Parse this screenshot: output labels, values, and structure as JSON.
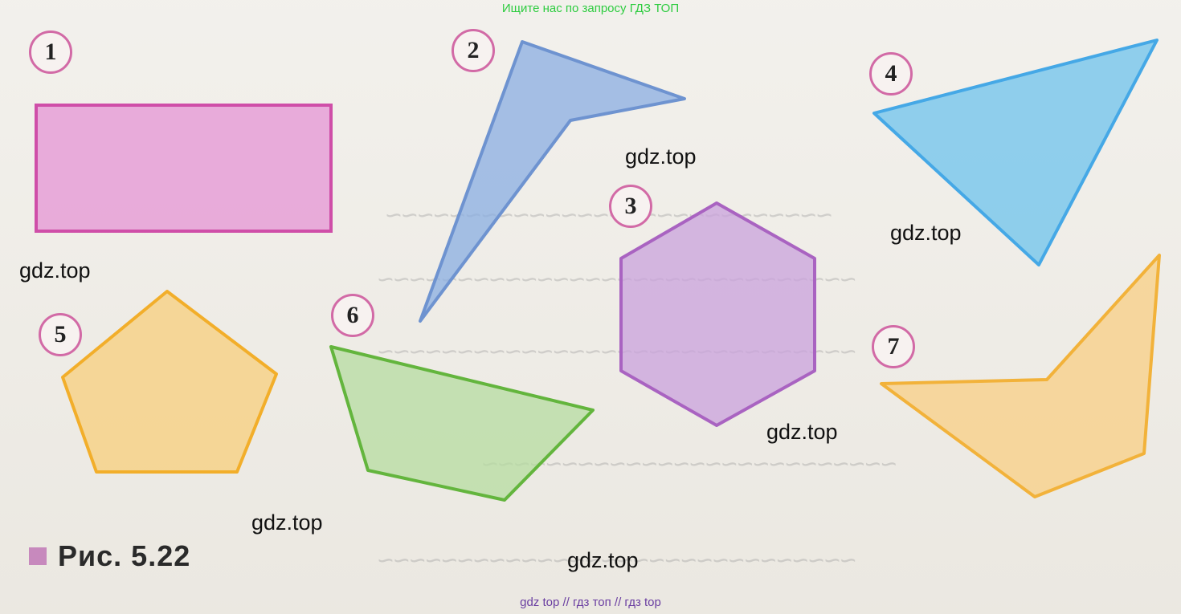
{
  "header": {
    "link_text": "Ищите нас по запросу ГДЗ ТОП"
  },
  "footer": {
    "link_text": "gdz top  //  гдз топ  //  гдз top"
  },
  "watermarks": [
    "gdz.top",
    "gdz.top",
    "gdz.top",
    "gdz.top",
    "gdz.top",
    "gdz.top"
  ],
  "figure": {
    "caption": "Рис. 5.22",
    "shape_labels": [
      "1",
      "2",
      "3",
      "4",
      "5",
      "6",
      "7"
    ]
  },
  "colors": {
    "rectangle": "#e48fd3",
    "blue_quad": "#7aa2dc",
    "hexagon": "#c9a2dc",
    "triangle": "#6ec3ec",
    "pentagon": "#f7cf7c",
    "green_quad": "#b5dca0",
    "orange_poly": "#f8cf84",
    "badge_border": "#d26aa6"
  }
}
